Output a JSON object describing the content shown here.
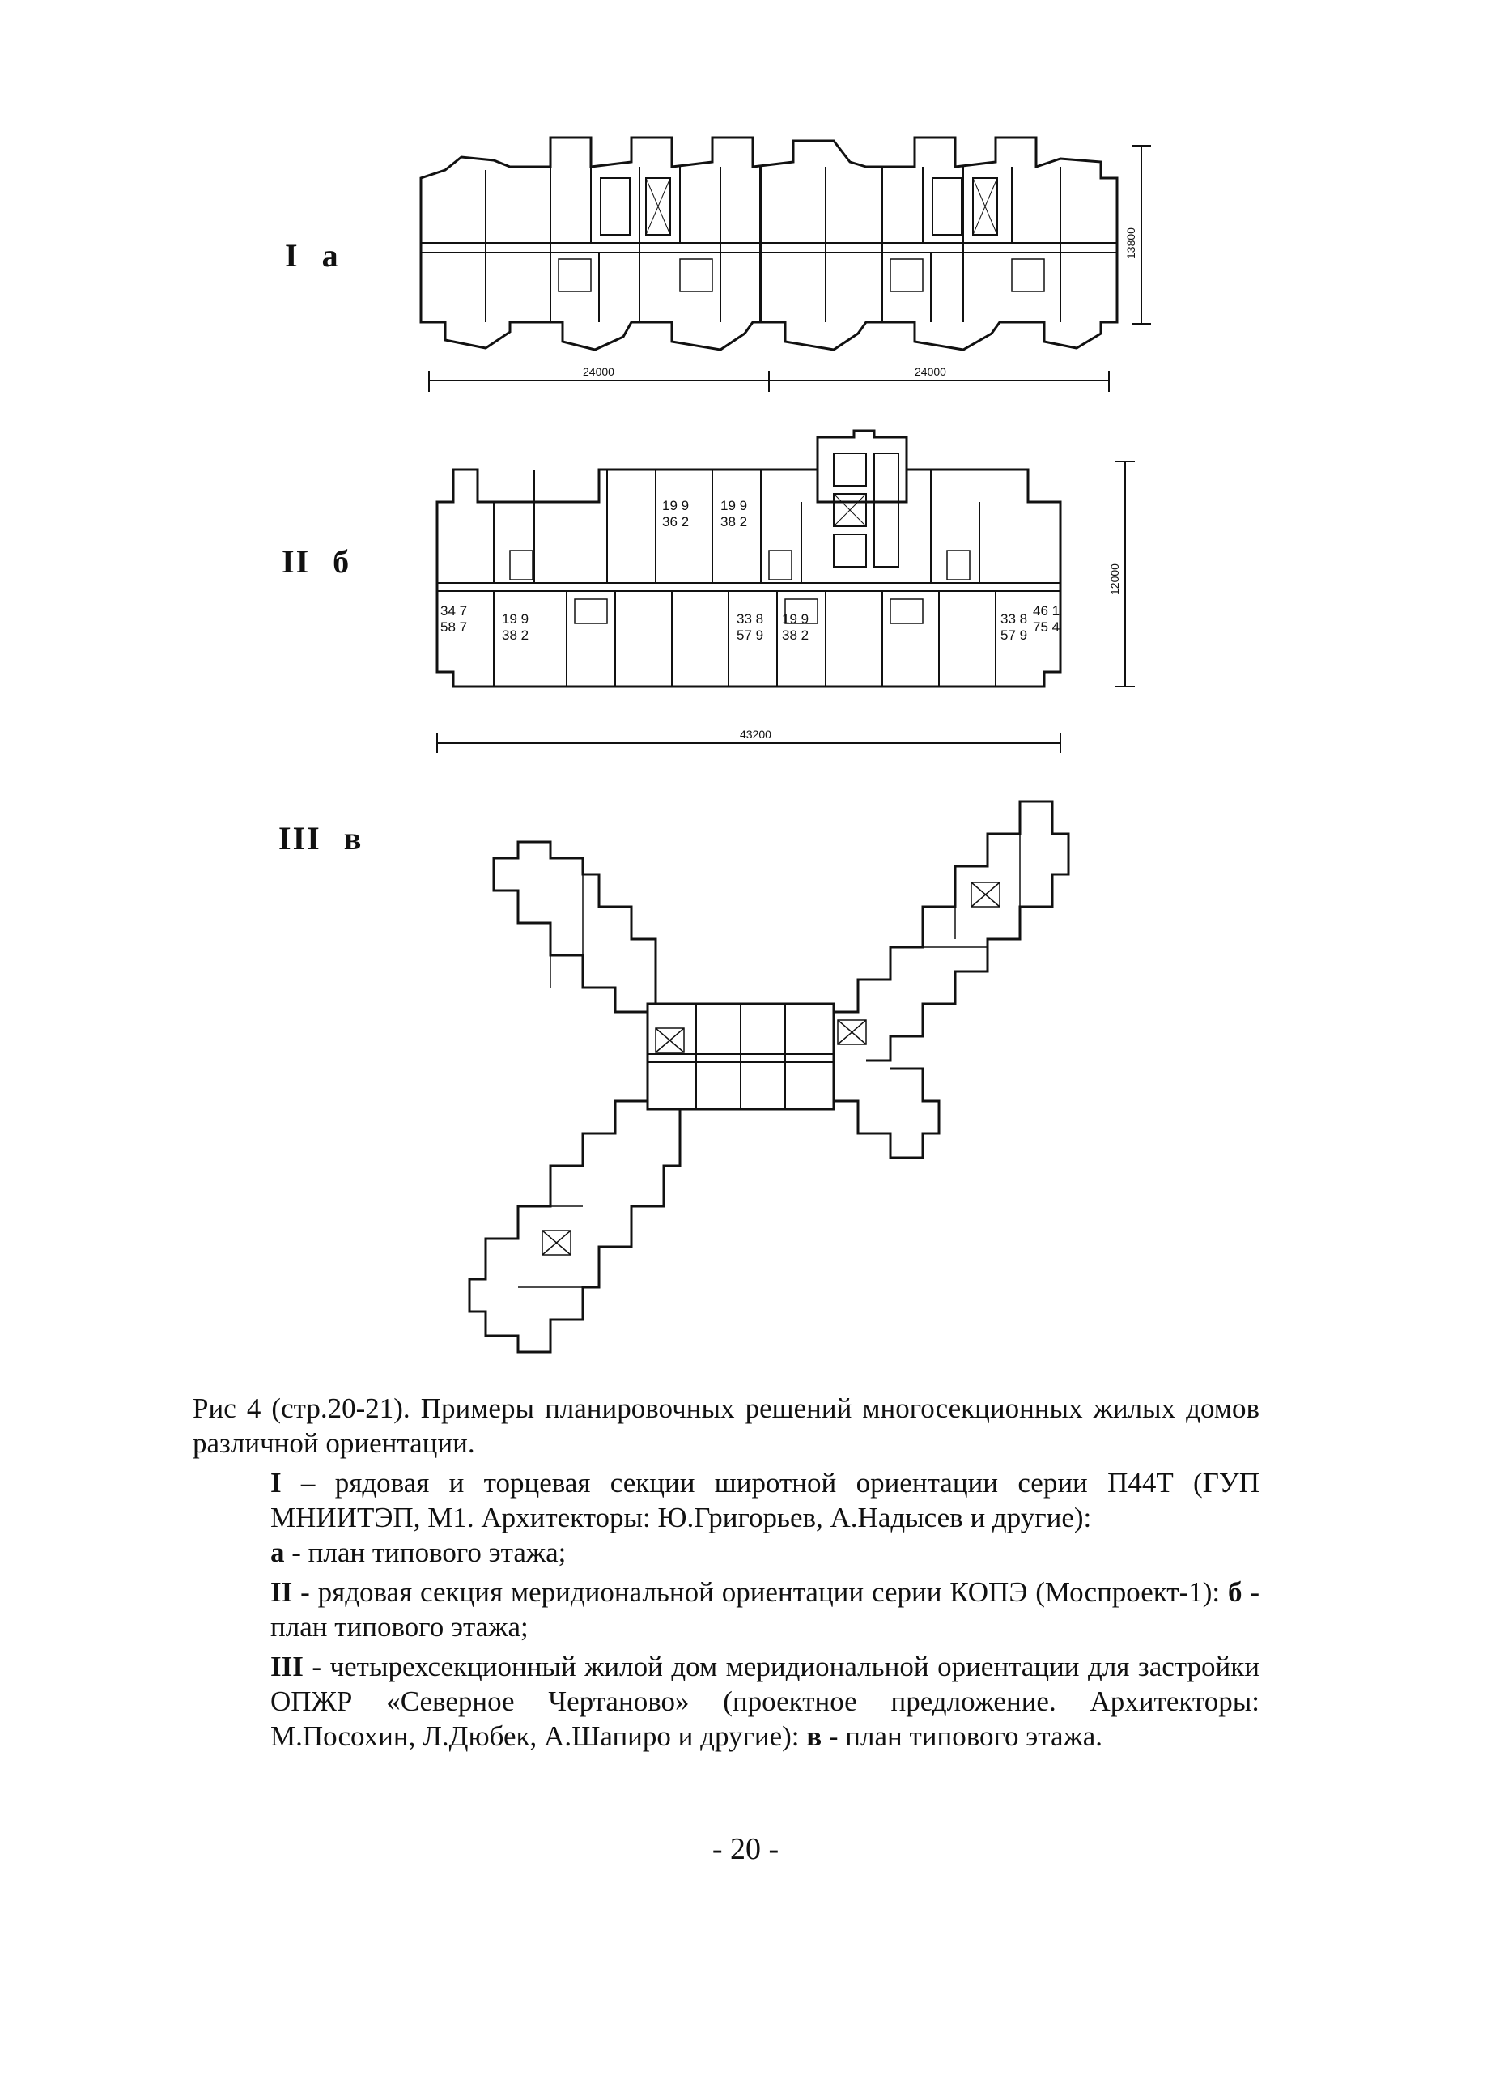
{
  "figures": {
    "fig1": {
      "roman": "I",
      "letter": "а",
      "dim_left": "24000",
      "dim_right": "24000",
      "dim_side": "13800"
    },
    "fig2": {
      "roman": "II",
      "letter": "б",
      "dim_bottom": "43200",
      "dim_side": "12000",
      "rooms": [
        {
          "top": "19 9",
          "bottom": "36 2"
        },
        {
          "top": "19 9",
          "bottom": "38 2"
        },
        {
          "top": "34 7",
          "bottom": "58 7"
        },
        {
          "top": "19 9",
          "bottom": "38 2"
        },
        {
          "top": "33 8",
          "bottom": "57 9"
        },
        {
          "top": "19 9",
          "bottom": "38 2"
        },
        {
          "top": "33 8",
          "bottom": "57 9"
        },
        {
          "top": "46 1",
          "bottom": "75 4"
        }
      ]
    },
    "fig3": {
      "roman": "III",
      "letter": "в"
    }
  },
  "caption": {
    "intro": "Рис 4 (стр.20-21). Примеры планировочных решений многосекционных жилых домов различной ориентации.",
    "item1_key": "I",
    "item1_text": " – рядовая и торцевая секции широтной ориентации серии П44Т (ГУП МНИИТЭП, М1. Архитекторы: Ю.Григорьев, А.Надысев и другие):",
    "item1_sub_key": "а",
    "item1_sub_text": " - план типового этажа;",
    "item2_key": "II",
    "item2_text": " - рядовая секция меридиональной ориентации серии КОПЭ (Моспроект-1): ",
    "item2_sub_key": "б",
    "item2_sub_text": " - план типового этажа;",
    "item3_key": "III",
    "item3_text": " - четырехсекционный жилой дом меридиональной ориентации для застройки ОПЖР «Северное Чертаново» (проектное предложение. Архитекторы: М.Посохин, Л.Дюбек, А.Шапиро и другие): ",
    "item3_sub_key": "в",
    "item3_sub_text": " - план типового этажа."
  },
  "page_number": "- 20 -"
}
